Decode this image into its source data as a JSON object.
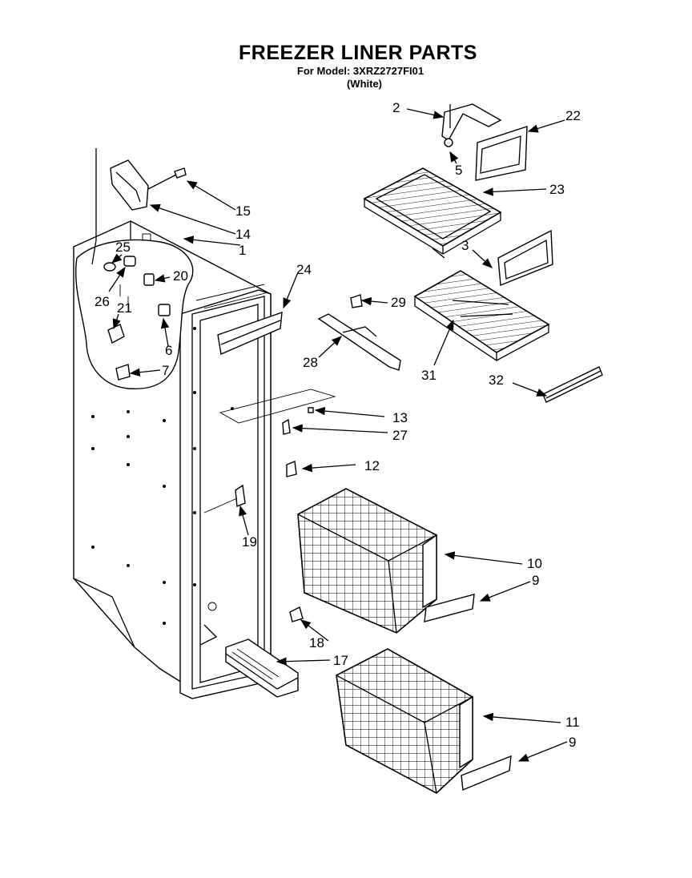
{
  "header": {
    "title": "FREEZER LINER PARTS",
    "model": "For Model: 3XRZ2727FI01",
    "color": "(White)"
  },
  "callouts": [
    {
      "id": "c1",
      "label": "1"
    },
    {
      "id": "c2",
      "label": "2"
    },
    {
      "id": "c3",
      "label": "3"
    },
    {
      "id": "c5",
      "label": "5"
    },
    {
      "id": "c6",
      "label": "6"
    },
    {
      "id": "c7",
      "label": "7"
    },
    {
      "id": "c9a",
      "label": "9"
    },
    {
      "id": "c9b",
      "label": "9"
    },
    {
      "id": "c10",
      "label": "10"
    },
    {
      "id": "c11",
      "label": "11"
    },
    {
      "id": "c12",
      "label": "12"
    },
    {
      "id": "c13",
      "label": "13"
    },
    {
      "id": "c14",
      "label": "14"
    },
    {
      "id": "c15",
      "label": "15"
    },
    {
      "id": "c17",
      "label": "17"
    },
    {
      "id": "c18",
      "label": "18"
    },
    {
      "id": "c19",
      "label": "19"
    },
    {
      "id": "c20",
      "label": "20"
    },
    {
      "id": "c21",
      "label": "21"
    },
    {
      "id": "c22",
      "label": "22"
    },
    {
      "id": "c23",
      "label": "23"
    },
    {
      "id": "c24",
      "label": "24"
    },
    {
      "id": "c25",
      "label": "25"
    },
    {
      "id": "c26",
      "label": "26"
    },
    {
      "id": "c27",
      "label": "27"
    },
    {
      "id": "c28",
      "label": "28"
    },
    {
      "id": "c29",
      "label": "29"
    },
    {
      "id": "c31",
      "label": "31"
    },
    {
      "id": "c32",
      "label": "32"
    }
  ]
}
